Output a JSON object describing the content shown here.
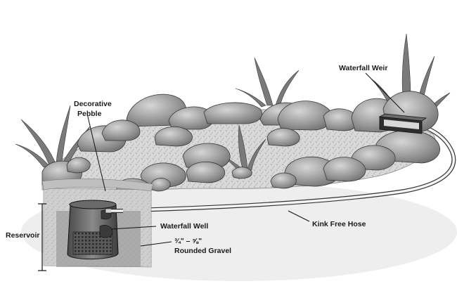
{
  "diagram": {
    "type": "pond-cross-section",
    "labels": {
      "decorative_pebble_line1": "Decorative",
      "decorative_pebble_line2": "Pebble",
      "waterfall_weir": "Waterfall Weir",
      "reservoir": "Reservoir",
      "waterfall_well": "Waterfall Well",
      "gravel_size": "¾\" – ⅝\"",
      "rounded_gravel": "Rounded Gravel",
      "kink_free_hose": "Kink Free Hose"
    },
    "colors": {
      "rock_fill": "#9a9a9a",
      "rock_highlight": "#c9c9c9",
      "gravel_bed": "#d8d8d8",
      "ground_shadow": "#e6e6e6",
      "hose": "#f4f4f4",
      "outline": "#1a1a1a"
    }
  }
}
